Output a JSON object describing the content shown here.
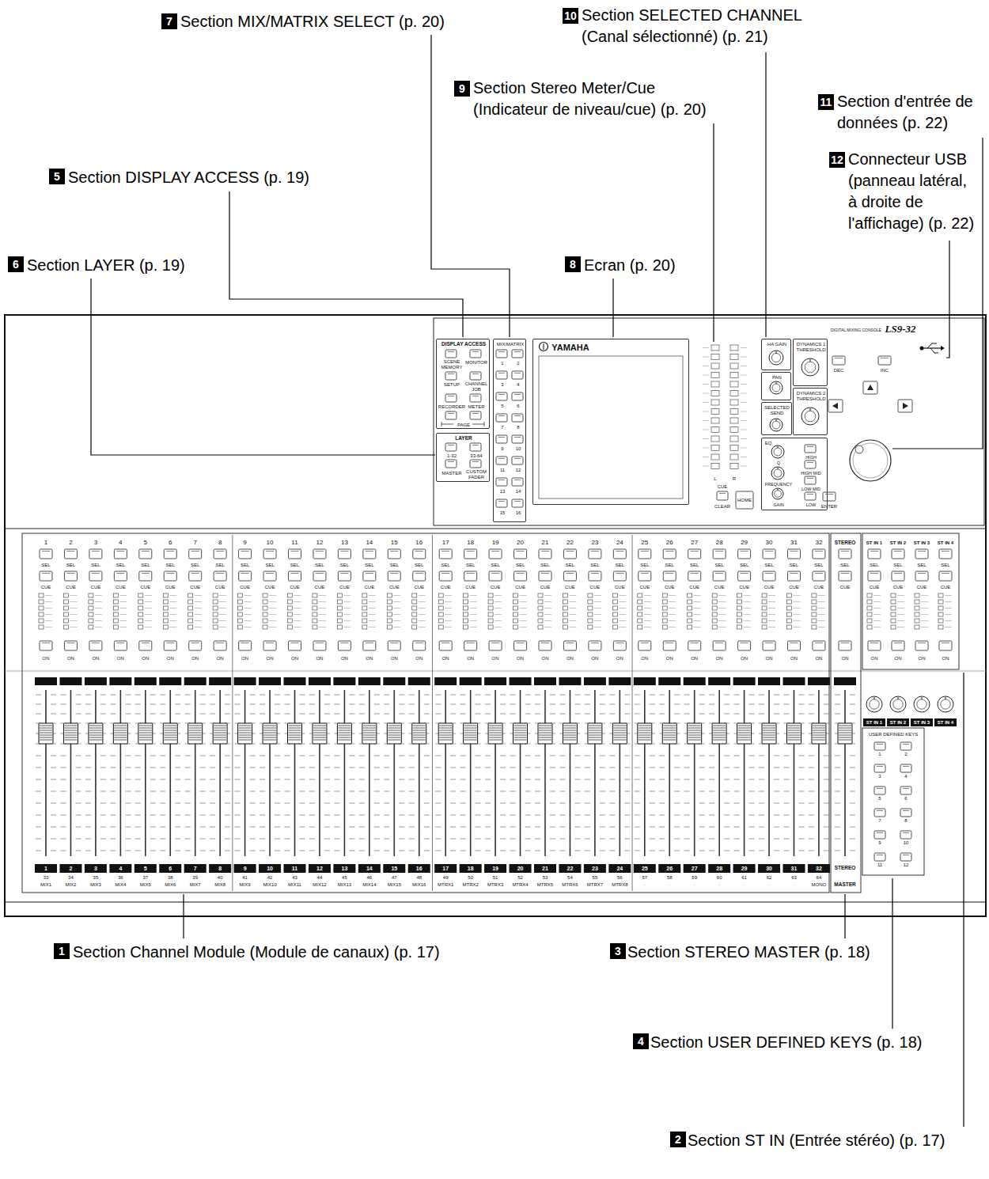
{
  "diagram": {
    "nodes": [
      {
        "text": [
          "DISPLAY ACCESS",
          "SCENE MEMORY",
          "MONITOR",
          "SETUP",
          "CHANNEL JOB",
          "RECORDER",
          "METER",
          "PAGE"
        ]
      },
      {
        "text": [
          "LAYER",
          "1-32",
          "33-64",
          "MASTER",
          "CUSTOM FADER"
        ]
      },
      {
        "text": [
          "MIX/MATRIX",
          "1",
          "2",
          "3",
          "4",
          "5",
          "6",
          "7",
          "8",
          "9",
          "10",
          "11",
          "12",
          "13",
          "14",
          "15",
          "16"
        ]
      },
      {
        "text": [
          "YAMAHA"
        ]
      },
      {
        "text": [
          "HA GAIN"
        ]
      },
      {
        "text": [
          "PAN"
        ]
      },
      {
        "text": [
          "SELECTED SEND"
        ]
      },
      {
        "text": [
          "DYNAMICS 1",
          "THRESHOLD"
        ]
      },
      {
        "text": [
          "DYNAMICS 2",
          "THRESHOLD"
        ]
      },
      {
        "text": [
          "EQ",
          "Q",
          "HIGH",
          "FREQUENCY",
          "HIGH MID",
          "LOW MID",
          "GAIN",
          "LOW"
        ]
      }
    ],
    "labels": [
      "7",
      "Section MIX/MATRIX SELECT (p. 20)",
      "10",
      "Section SELECTED CHANNEL (Canal sélectionné) (p. 21)",
      "9",
      "Section Stereo Meter/Cue (Indicateur de niveau/cue) (p. 20)",
      "11",
      "Section d'entrée de données (p. 22)",
      "5",
      "Section DISPLAY ACCESS (p. 19)",
      "12",
      "Connecteur USB (panneau latéral, à droite de l'affichage) (p. 22)",
      "6",
      "Section LAYER (p. 19)",
      "8",
      "Ecran (p. 20)",
      "L",
      "R",
      "CUE",
      "CLEAR",
      "HOME",
      "DIGITAL MIXING CONSOLE",
      "LS9-32",
      "DEC",
      "INC",
      "ENTER",
      "1",
      "SEL",
      "CUE",
      "ON",
      "2",
      "SEL",
      "CUE",
      "ON",
      "3",
      "SEL",
      "CUE",
      "ON",
      "4",
      "SEL",
      "CUE",
      "ON",
      "5",
      "SEL",
      "CUE",
      "ON",
      "6",
      "SEL",
      "CUE",
      "ON",
      "7",
      "SEL",
      "CUE",
      "ON",
      "8",
      "SEL",
      "CUE",
      "ON",
      "9",
      "SEL",
      "CUE",
      "ON",
      "10",
      "SEL",
      "CUE",
      "ON",
      "11",
      "SEL",
      "CUE",
      "ON",
      "12",
      "SEL",
      "CUE",
      "ON",
      "13",
      "SEL",
      "CUE",
      "ON",
      "14",
      "SEL",
      "CUE",
      "ON",
      "15",
      "SEL",
      "CUE",
      "ON",
      "16",
      "SEL",
      "CUE",
      "ON",
      "17",
      "SEL",
      "CUE",
      "ON",
      "18",
      "SEL",
      "CUE",
      "ON",
      "19",
      "SEL",
      "CUE",
      "ON",
      "20",
      "SEL",
      "CUE",
      "ON",
      "21",
      "SEL",
      "CUE",
      "ON",
      "22",
      "SEL",
      "CUE",
      "ON",
      "23",
      "SEL",
      "CUE",
      "ON",
      "24",
      "SEL",
      "CUE",
      "ON",
      "25",
      "SEL",
      "CUE",
      "ON",
      "26",
      "SEL",
      "CUE",
      "ON",
      "27",
      "SEL",
      "CUE",
      "ON",
      "28",
      "SEL",
      "CUE",
      "ON",
      "29",
      "SEL",
      "CUE",
      "ON",
      "30",
      "SEL",
      "CUE",
      "ON",
      "31",
      "SEL",
      "CUE",
      "ON",
      "32",
      "SEL",
      "CUE",
      "ON",
      "STEREO",
      "SEL",
      "CUE",
      "ON",
      "ST IN 1",
      "SEL",
      "CUE",
      "ON",
      "ST IN 2",
      "SEL",
      "CUE",
      "ON",
      "ST IN 3",
      "SEL",
      "CUE",
      "ON",
      "ST IN 4",
      "SEL",
      "CUE",
      "ON",
      "ST IN 1",
      "ST IN 2",
      "ST IN 3",
      "ST IN 4",
      "USER DEFINED KEYS",
      "1",
      "2",
      "3",
      "4",
      "5",
      "6",
      "7",
      "8",
      "9",
      "10",
      "11",
      "12",
      "1",
      "33",
      "MIX1",
      "2",
      "34",
      "MIX2",
      "3",
      "35",
      "MIX3",
      "4",
      "36",
      "MIX4",
      "5",
      "37",
      "MIX5",
      "6",
      "38",
      "MIX6",
      "7",
      "39",
      "MIX7",
      "8",
      "40",
      "MIX8",
      "9",
      "41",
      "MIX9",
      "10",
      "42",
      "MIX10",
      "11",
      "43",
      "MIX11",
      "12",
      "44",
      "MIX12",
      "13",
      "45",
      "MIX13",
      "14",
      "46",
      "MIX14",
      "15",
      "47",
      "MIX15",
      "16",
      "48",
      "MIX16",
      "17",
      "49",
      "MTRX1",
      "18",
      "50",
      "MTRX2",
      "19",
      "51",
      "MTRX3",
      "20",
      "52",
      "MTRX4",
      "21",
      "53",
      "MTRX5",
      "22",
      "54",
      "MTRX6",
      "23",
      "55",
      "MTRX7",
      "24",
      "56",
      "MTRX8",
      "25",
      "57",
      "·",
      "26",
      "58",
      "·",
      "27",
      "59",
      "·",
      "28",
      "60",
      "·",
      "29",
      "61",
      "·",
      "30",
      "62",
      "·",
      "31",
      "63",
      "·",
      "32",
      "64",
      "MONO",
      "STEREO",
      "MASTER",
      "1",
      "Section Channel Module (Module de canaux) (p. 17)",
      "3",
      "Section STEREO MASTER (p. 18)",
      "4",
      "Section USER DEFINED KEYS (p. 18)",
      "2",
      "Section ST IN (Entrée stéréo) (p. 17)"
    ]
  }
}
